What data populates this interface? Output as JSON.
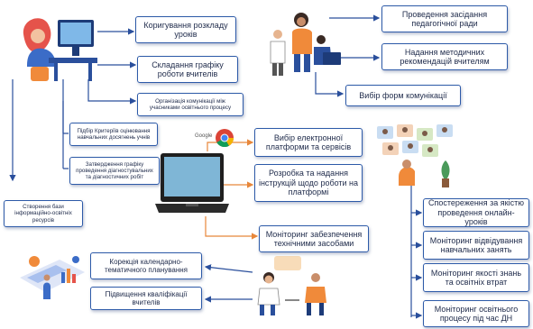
{
  "boxes": {
    "b1": "Коригування розкладу уроків",
    "b2": "Складання графіку роботи вчителів",
    "b3": "Організація комунікації між учасниками освітнього процесу",
    "b4": "Підбір Критеріїв оцінювання навчальних досягнень учнів",
    "b5": "Затвердження графіку проведення діагностувальних та діагностичних робіт",
    "b6": "Створення бази інформаційно-освітніх ресурсів",
    "b7": "Проведення засідання педагогічної ради",
    "b8": "Надання методичних рекомендацій вчителям",
    "b9": "Вибір форм комунікації",
    "b10": "Вибір електронної платформи та сервісів",
    "b11": "Розробка та надання інструкцій щодо роботи на платформі",
    "b12": "Моніторинг забезпечення технічними засобами",
    "b13": "Корекція календарно-тематичного планування",
    "b14": "Підвищення кваліфікації вчителів",
    "b15": "Спостереження за якістю проведення онлайн-уроків",
    "b16": "Моніторинг відвідування навчальних занять",
    "b17": "Моніторинг якості знань та освітніх втрат",
    "b18": "Моніторинг освітнього процесу під час ДН"
  },
  "google_logo": "Google",
  "colors": {
    "box_border": "#2d5aa8",
    "arrow_blue": "#2a4f9c",
    "arrow_orange": "#e8873a"
  }
}
